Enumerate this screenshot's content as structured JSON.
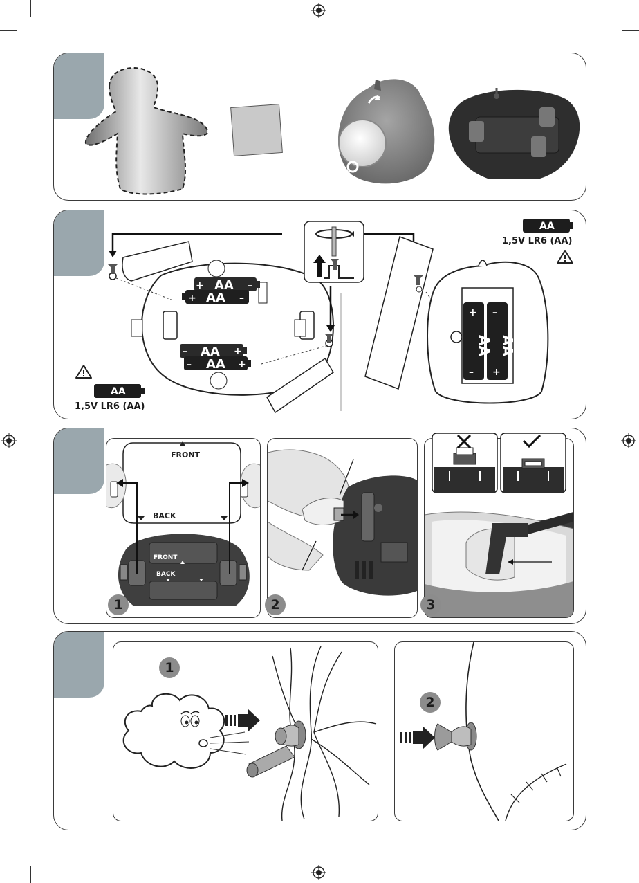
{
  "panel2": {
    "battery_type_right": "1,5V LR6 (AA)",
    "battery_type_left": "1,5V LR6 (AA)",
    "battery_badge": "AA",
    "cell_label": "AA",
    "plus": "+",
    "minus": "–"
  },
  "panel3": {
    "front_label": "FRONT",
    "back_label": "BACK",
    "step1": "1",
    "step2": "2",
    "step3": "3"
  },
  "panel4": {
    "step1": "1",
    "step2": "2"
  },
  "icons": [
    "warning-icon",
    "battery-icon",
    "screw-icon",
    "cross-icon",
    "check-icon",
    "registration-mark-icon"
  ],
  "colors": {
    "tab": "#9aa7ad",
    "dark": "#2b2b2b",
    "border": "#3a3a3a"
  }
}
